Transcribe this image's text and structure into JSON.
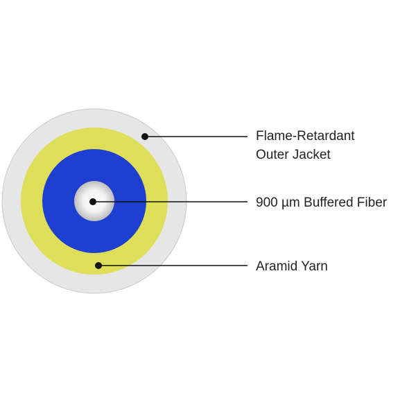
{
  "diagram": {
    "layers": {
      "outer_jacket": {
        "name": "outer-jacket",
        "color": "#e6e6e6"
      },
      "aramid_yarn": {
        "name": "aramid-yarn",
        "color": "#dede5a"
      },
      "buffer": {
        "name": "buffer-layer",
        "color": "#1f3fd0"
      },
      "fiber_core": {
        "name": "fiber-core",
        "color_center": "#ffffff",
        "color_edge": "#bdbdbd"
      }
    },
    "callouts": {
      "outer_jacket": {
        "line1": "Flame-Retardant",
        "line2": "Outer Jacket"
      },
      "buffered_fiber": {
        "label": "900 µm Buffered Fiber"
      },
      "aramid_yarn": {
        "label": "Aramid Yarn"
      }
    },
    "leader_color": "#111111"
  }
}
